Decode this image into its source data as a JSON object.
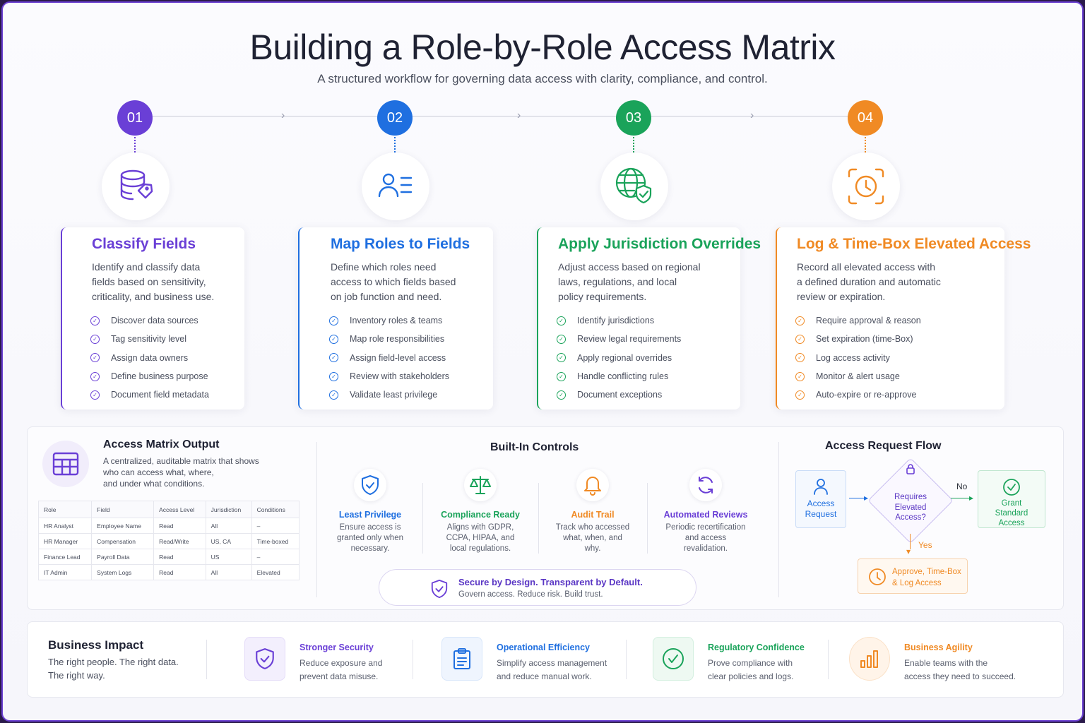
{
  "header": {
    "title": "Building a Role-by-Role Access Matrix",
    "subtitle": "A structured workflow for governing data access with clarity, compliance, and control."
  },
  "colors": {
    "step1": "#6a3fd6",
    "step2": "#1f6fe0",
    "step3": "#1aa35a",
    "step4": "#f08a24"
  },
  "steps": [
    {
      "number": "01",
      "icon": "database-tag-icon",
      "title": "Classify Fields",
      "description": [
        "Identify and classify data",
        "fields based on sensitivity,",
        "criticality, and business use."
      ],
      "items": [
        "Discover data sources",
        "Tag sensitivity level",
        "Assign data owners",
        "Define business purpose",
        "Document field metadata"
      ]
    },
    {
      "number": "02",
      "icon": "user-list-icon",
      "title": "Map Roles to Fields",
      "description": [
        "Define which roles need",
        "access to which fields based",
        "on job function and need."
      ],
      "items": [
        "Inventory roles & teams",
        "Map role responsibilities",
        "Assign field-level access",
        "Review with stakeholders",
        "Validate least privilege"
      ]
    },
    {
      "number": "03",
      "icon": "globe-shield-icon",
      "title": "Apply Jurisdiction Overrides",
      "description": [
        "Adjust access based on regional",
        "laws, regulations, and local",
        "policy requirements."
      ],
      "items": [
        "Identify jurisdictions",
        "Review legal requirements",
        "Apply regional overrides",
        "Handle conflicting rules",
        "Document exceptions"
      ]
    },
    {
      "number": "04",
      "icon": "clock-scan-icon",
      "title": "Log & Time-Box Elevated Access",
      "description": [
        "Record all elevated access with",
        "a defined duration and automatic",
        "review or expiration."
      ],
      "items": [
        "Require approval & reason",
        "Set expiration (time-Box)",
        "Log access activity",
        "Monitor & alert usage",
        "Auto-expire or re-approve"
      ]
    }
  ],
  "matrix": {
    "title": "Access Matrix Output",
    "description": [
      "A centralized, auditable matrix that shows",
      "who can access what, where,",
      "and under what conditions."
    ],
    "columns": [
      "Role",
      "Field",
      "Access Level",
      "Jurisdiction",
      "Conditions"
    ],
    "rows": [
      [
        "HR Analyst",
        "Employee Name",
        "Read",
        "All",
        "–"
      ],
      [
        "HR Manager",
        "Compensation",
        "Read/Write",
        "US, CA",
        "Time-boxed"
      ],
      [
        "Finance Lead",
        "Payroll Data",
        "Read",
        "US",
        "–"
      ],
      [
        "IT Admin",
        "System Logs",
        "Read",
        "All",
        "Elevated"
      ]
    ]
  },
  "controls": {
    "title": "Built-In Controls",
    "items": [
      {
        "icon": "shield-check-icon",
        "title": "Least Privilege",
        "description": [
          "Ensure access is",
          "granted only when",
          "necessary."
        ]
      },
      {
        "icon": "scales-icon",
        "title": "Compliance Ready",
        "description": [
          "Aligns with GDPR,",
          "CCPA, HIPAA, and",
          "local regulations."
        ]
      },
      {
        "icon": "bell-icon",
        "title": "Audit Trail",
        "description": [
          "Track who accessed",
          "what, when, and",
          "why."
        ]
      },
      {
        "icon": "refresh-icon",
        "title": "Automated Reviews",
        "description": [
          "Periodic recertification",
          "and access",
          "revalidation."
        ]
      }
    ],
    "banner_title": "Secure by Design. Transparent by Default.",
    "banner_subtitle": "Govern access. Reduce risk. Build trust."
  },
  "flow": {
    "title": "Access Request Flow",
    "request": [
      "Access",
      "Request"
    ],
    "decision": [
      "Requires",
      "Elevated",
      "Access?"
    ],
    "no_label": "No",
    "yes_label": "Yes",
    "grant": [
      "Grant",
      "Standard",
      "Access"
    ],
    "approve": [
      "Approve, Time-Box",
      "& Log Access"
    ]
  },
  "impact": {
    "title": "Business Impact",
    "tagline": [
      "The right people. The right data.",
      "The right way."
    ],
    "items": [
      {
        "icon": "shield-check-icon",
        "title": "Stronger Security",
        "description": [
          "Reduce exposure and",
          "prevent data misuse."
        ]
      },
      {
        "icon": "clipboard-icon",
        "title": "Operational Efficiency",
        "description": [
          "Simplify access management",
          "and reduce manual work."
        ]
      },
      {
        "icon": "check-circle-icon",
        "title": "Regulatory Confidence",
        "description": [
          "Prove compliance with",
          "clear policies and logs."
        ]
      },
      {
        "icon": "bar-chart-icon",
        "title": "Business Agility",
        "description": [
          "Enable teams with the",
          "access they need to succeed."
        ]
      }
    ]
  }
}
